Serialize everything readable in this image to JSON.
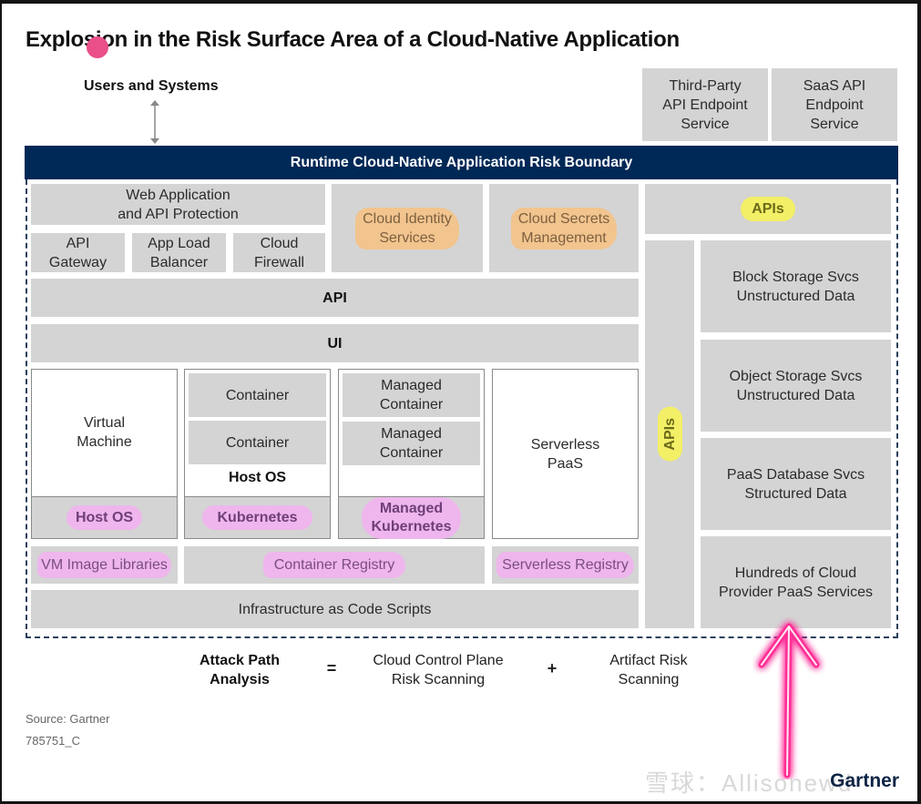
{
  "title": "Explosion in the Risk Surface Area of a Cloud-Native Application",
  "users_label": "Users and Systems",
  "external_services": [
    "Third-Party API Endpoint Service",
    "SaaS API Endpoint Service"
  ],
  "external_services_lines": [
    [
      "Third-Party",
      "API Endpoint",
      "Service"
    ],
    [
      "SaaS API",
      "Endpoint",
      "Service"
    ]
  ],
  "boundary_label": "Runtime Cloud-Native Application Risk Boundary",
  "blocks": {
    "waap": [
      "Web Application",
      "and API Protection"
    ],
    "api_gateway": [
      "API",
      "Gateway"
    ],
    "app_load_balancer": [
      "App Load",
      "Balancer"
    ],
    "cloud_firewall": [
      "Cloud",
      "Firewall"
    ],
    "cloud_identity": [
      "Cloud Identity",
      "Services"
    ],
    "cloud_secrets": [
      "Cloud Secrets",
      "Management"
    ],
    "apis_top": "APIs",
    "apis_vertical": "APIs",
    "api_layer": "API",
    "ui_layer": "UI",
    "virtual_machine": [
      "Virtual",
      "Machine"
    ],
    "vm_host_os": "Host OS",
    "container_1": "Container",
    "container_2": "Container",
    "container_host_os": "Host OS",
    "kubernetes": "Kubernetes",
    "managed_container_1": [
      "Managed",
      "Container"
    ],
    "managed_container_2": [
      "Managed",
      "Container"
    ],
    "managed_kubernetes": [
      "Managed",
      "Kubernetes"
    ],
    "serverless_paas": [
      "Serverless",
      "PaaS"
    ],
    "vm_image_libraries": "VM Image Libraries",
    "container_registry": "Container Registry",
    "serverless_registry": "Serverless Registry",
    "iac_scripts": "Infrastructure as Code Scripts",
    "block_storage": [
      "Block Storage Svcs",
      "Unstructured Data"
    ],
    "object_storage": [
      "Object Storage Svcs",
      "Unstructured Data"
    ],
    "paas_database": [
      "PaaS Database Svcs",
      "Structured Data"
    ],
    "paas_services": [
      "Hundreds of Cloud",
      "Provider PaaS Services"
    ]
  },
  "equation": {
    "lhs": [
      "Attack Path",
      "Analysis"
    ],
    "equals": "=",
    "term1": [
      "Cloud Control Plane",
      "Risk Scanning"
    ],
    "plus": "+",
    "term2": [
      "Artifact Risk",
      "Scanning"
    ]
  },
  "source": "Source: Gartner",
  "doc_id": "785751_C",
  "brand": "Gartner",
  "watermark": "雪球：Allisonewd",
  "colors": {
    "banner": "#002856",
    "block": "#d4d4d4",
    "highlight_orange": "#f2c48e",
    "highlight_yellow": "#f3ef66",
    "highlight_pink": "#eeb6ec",
    "arrow_glow": "#ff2d95"
  }
}
